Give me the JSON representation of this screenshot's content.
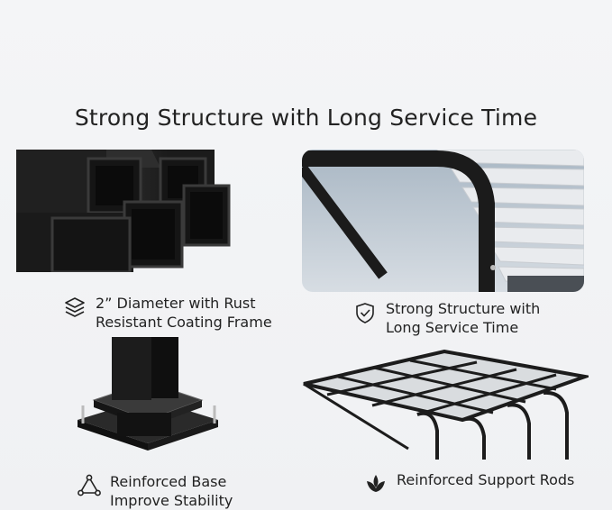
{
  "title": "Strong Structure with Long Service Time",
  "features": [
    {
      "icon": "layers-icon",
      "line1": "2” Diameter with Rust",
      "line2": "Resistant Coating Frame"
    },
    {
      "icon": "shield-check-icon",
      "line1": "Strong Structure with",
      "line2": "Long Service Time"
    },
    {
      "icon": "triangle-nodes-icon",
      "line1": "Reinforced Base",
      "line2": "Improve Stability"
    },
    {
      "icon": "leaf-rod-icon",
      "line1": "Reinforced Support Rods",
      "line2": ""
    }
  ],
  "colors": {
    "background": "#f2f3f5",
    "frame": "#1c1c1c",
    "text": "#222222"
  }
}
